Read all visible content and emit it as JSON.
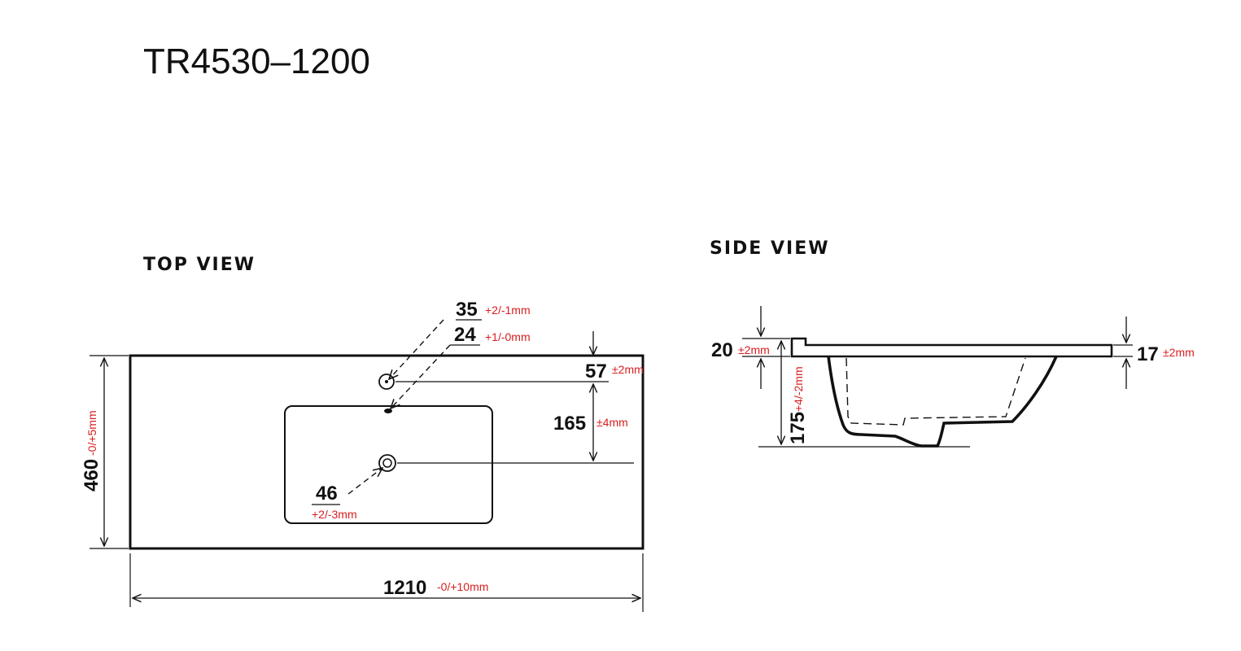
{
  "title": "TR4530–1200",
  "views": {
    "top": "TOP  VIEW",
    "side": "SIDE  VIEW"
  },
  "top_view": {
    "overflow_hole": {
      "value": "35",
      "tol": "+2/-1mm"
    },
    "overflow_slot": {
      "value": "24",
      "tol": "+1/-0mm"
    },
    "tap_hole_offset": {
      "value": "57",
      "tol": "±2mm"
    },
    "tap_to_drain": {
      "value": "165",
      "tol": "±4mm"
    },
    "drain_hole": {
      "value": "46",
      "tol": "+2/-3mm"
    },
    "depth": {
      "value": "460",
      "tol": "-0/+5mm"
    },
    "width": {
      "value": "1210",
      "tol": "-0/+10mm"
    }
  },
  "side_view": {
    "lip": {
      "value": "20",
      "tol": "±2mm"
    },
    "height": {
      "value": "175",
      "tol": "+4/-2mm"
    },
    "edge": {
      "value": "17",
      "tol": "±2mm"
    }
  },
  "colors": {
    "line": "#111111",
    "tolerance": "#d81e1e"
  }
}
